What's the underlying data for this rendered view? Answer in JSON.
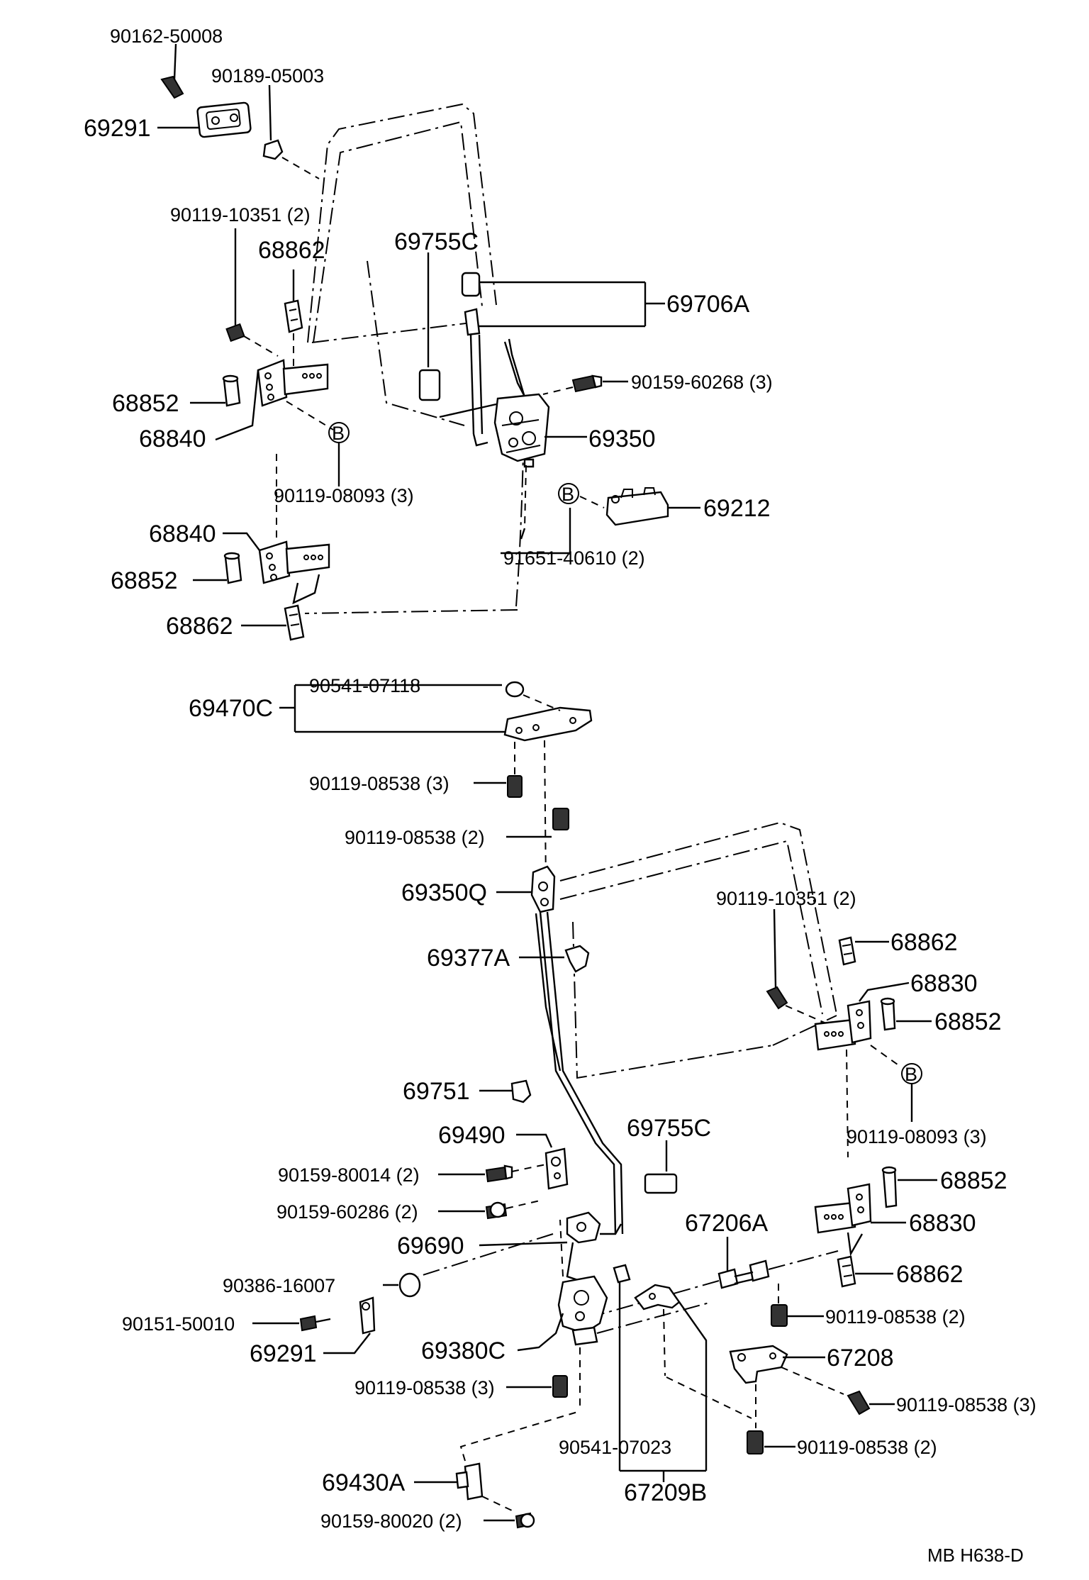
{
  "labels": {
    "p_90162_50008": "90162-50008",
    "p_90189_05003": "90189-05003",
    "p_69291_top": "69291",
    "p_90119_10351_top": "90119-10351 (2)",
    "p_68862_top": "68862",
    "p_69755c_top": "69755C",
    "p_69706a": "69706A",
    "p_90159_60268": "90159-60268 (3)",
    "p_68852_top": "68852",
    "p_68840_top": "68840",
    "p_69350": "69350",
    "p_90119_08093_top": "90119-08093 (3)",
    "p_69212": "69212",
    "p_68840_mid": "68840",
    "p_91651_40610": "91651-40610 (2)",
    "p_68852_mid": "68852",
    "p_68862_mid": "68862",
    "p_90541_07118": "90541-07118",
    "p_69470c": "69470C",
    "p_90119_08538_3a": "90119-08538 (3)",
    "p_90119_08538_2a": "90119-08538 (2)",
    "p_69350q": "69350Q",
    "p_90119_10351_right": "90119-10351 (2)",
    "p_68862_right": "68862",
    "p_69377a": "69377A",
    "p_68830_top": "68830",
    "p_68852_right": "68852",
    "p_69751": "69751",
    "p_69755c_bottom": "69755C",
    "p_69490": "69490",
    "p_90119_08093_right": "90119-08093 (3)",
    "p_90159_80014": "90159-80014 (2)",
    "p_68852_right2": "68852",
    "p_90159_60286": "90159-60286 (2)",
    "p_68830_bottom": "68830",
    "p_67206a": "67206A",
    "p_69690": "69690",
    "p_68862_right2": "68862",
    "p_90386_16007": "90386-16007",
    "p_90151_50010": "90151-50010",
    "p_90119_08538_2b": "90119-08538 (2)",
    "p_69291_bottom": "69291",
    "p_69380c": "69380C",
    "p_67208": "67208",
    "p_90119_08538_3b": "90119-08538 (3)",
    "p_90119_08538_3c": "90119-08538 (3)",
    "p_90541_07023": "90541-07023",
    "p_90119_08538_2c": "90119-08538 (2)",
    "p_69430a": "69430A",
    "p_67209b": "67209B",
    "p_90159_80020": "90159-80020 (2)",
    "callout_b": "B",
    "footer_ref": "MB  H638-D"
  }
}
